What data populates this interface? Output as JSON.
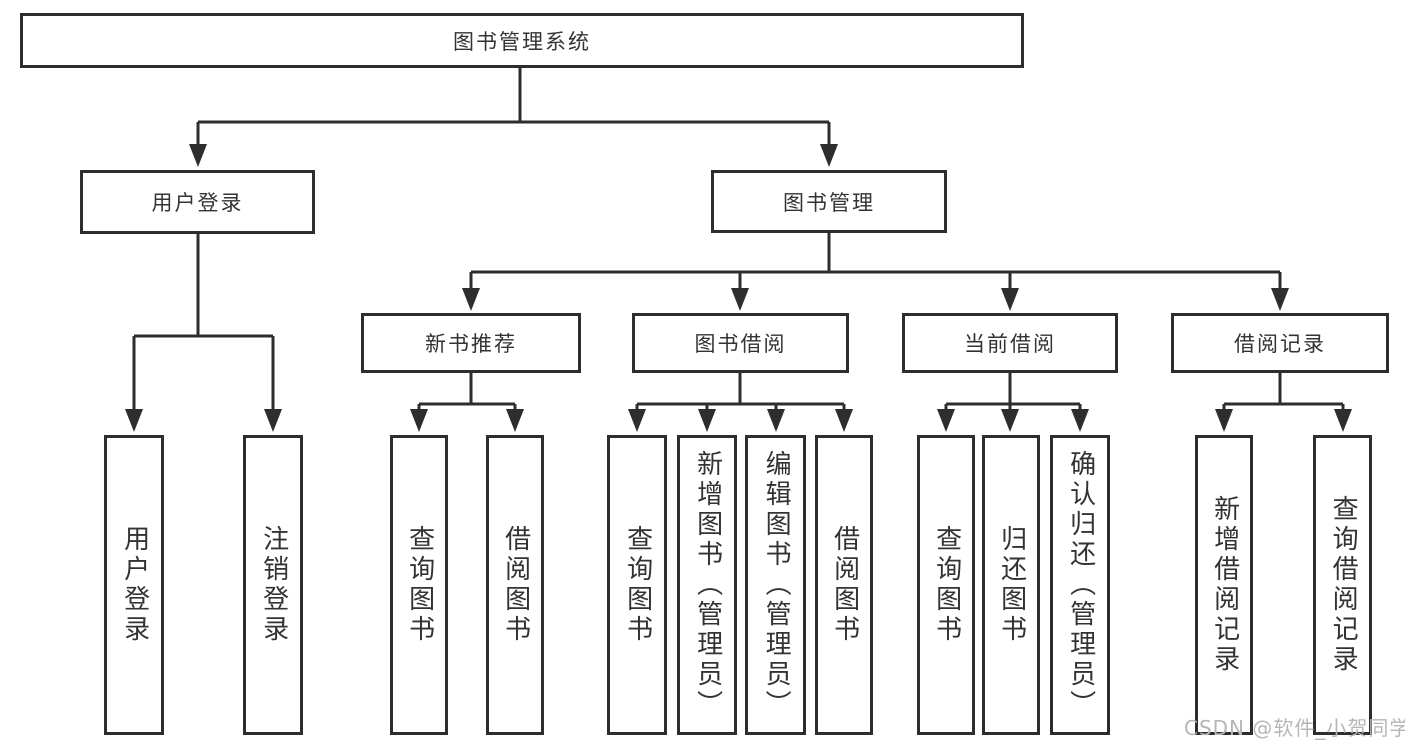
{
  "diagram": {
    "title": "图书管理系统",
    "branches": [
      {
        "label": "用户登录",
        "children": [
          {
            "label": "用户登录"
          },
          {
            "label": "注销登录"
          }
        ]
      },
      {
        "label": "图书管理",
        "children": [
          {
            "label": "新书推荐",
            "children": [
              {
                "label": "查询图书"
              },
              {
                "label": "借阅图书"
              }
            ]
          },
          {
            "label": "图书借阅",
            "children": [
              {
                "label": "查询图书"
              },
              {
                "label": "新增图书（管理员）"
              },
              {
                "label": "编辑图书（管理员）"
              },
              {
                "label": "借阅图书"
              }
            ]
          },
          {
            "label": "当前借阅",
            "children": [
              {
                "label": "查询图书"
              },
              {
                "label": "归还图书"
              },
              {
                "label": "确认归还（管理员）"
              }
            ]
          },
          {
            "label": "借阅记录",
            "children": [
              {
                "label": "新增借阅记录"
              },
              {
                "label": "查询借阅记录"
              }
            ]
          }
        ]
      }
    ],
    "colors": {
      "line": "#2e2e2e",
      "border": "#2d2d2d",
      "text": "#333333",
      "background": "#ffffff"
    }
  },
  "watermark": {
    "text": "CSDN @软件_小贺同学",
    "color": "#b6b6b6"
  }
}
